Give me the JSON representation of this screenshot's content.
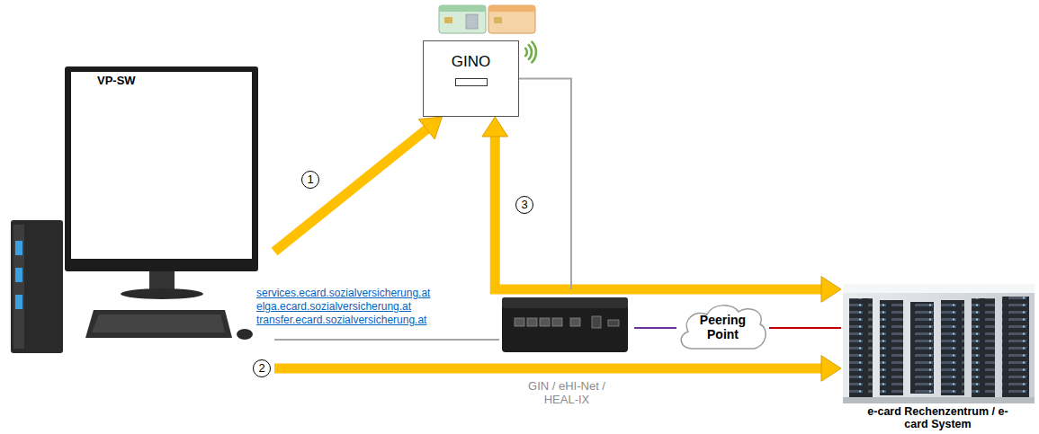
{
  "diagram": {
    "nodes": [
      {
        "text": [
          "GINO"
        ]
      },
      {
        "text": [
          "VP-SW"
        ]
      },
      {
        "text": [
          "GIN / eHI-Net / HEAL-IX"
        ]
      },
      {
        "text": [
          "Peering Point"
        ]
      },
      {
        "text": [
          "e-card Rechenzentrum / e-card System"
        ]
      }
    ],
    "edges": [
      {
        "from": 1,
        "to": 0,
        "arrow": "to"
      },
      {
        "from": 1,
        "to": 4,
        "arrow": "to"
      },
      {
        "from": 0,
        "to": 4,
        "arrow": "both"
      },
      {
        "from": 1,
        "to": 2,
        "arrow": "none"
      },
      {
        "from": 0,
        "to": 2,
        "arrow": "none"
      },
      {
        "from": 2,
        "to": 3,
        "arrow": "none"
      },
      {
        "from": 3,
        "to": 4,
        "arrow": "none"
      }
    ],
    "labels": [
      "1",
      "3",
      "services.ecard.sozialversicherung.at",
      "elga.ecard.sozialversicherung.at",
      "transfer.ecard.sozialversicherung.at",
      "2"
    ]
  }
}
